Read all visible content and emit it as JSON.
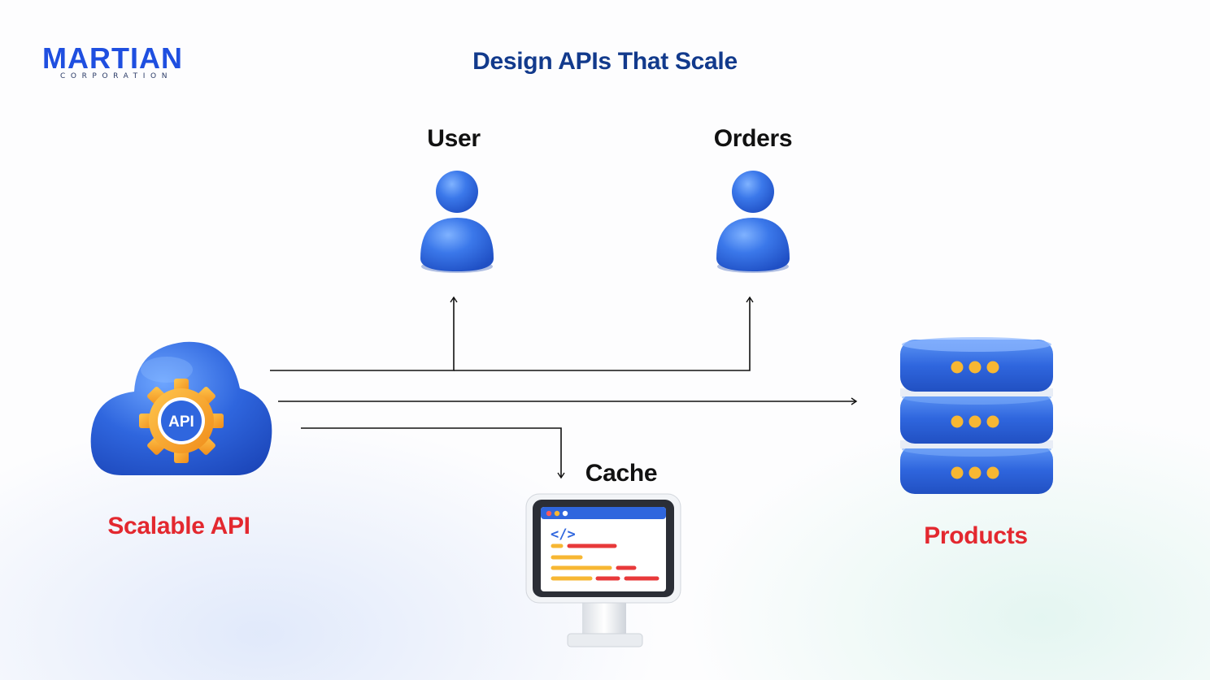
{
  "logo": {
    "wordmark": "MARTIAN",
    "subtitle": "CORPORATION"
  },
  "title": "Design APIs That Scale",
  "nodes": {
    "source": {
      "label": "Scalable API",
      "badge": "API"
    },
    "user": {
      "label": "User"
    },
    "orders": {
      "label": "Orders"
    },
    "products": {
      "label": "Products"
    },
    "cache": {
      "label": "Cache",
      "code_tag": "</>"
    }
  },
  "colors": {
    "title": "#123a8c",
    "brand_blue": "#1f4fe0",
    "icon_blue": "#2f66de",
    "accent_red": "#e3282f",
    "gear_orange": "#f5a623",
    "connector": "#111111"
  }
}
